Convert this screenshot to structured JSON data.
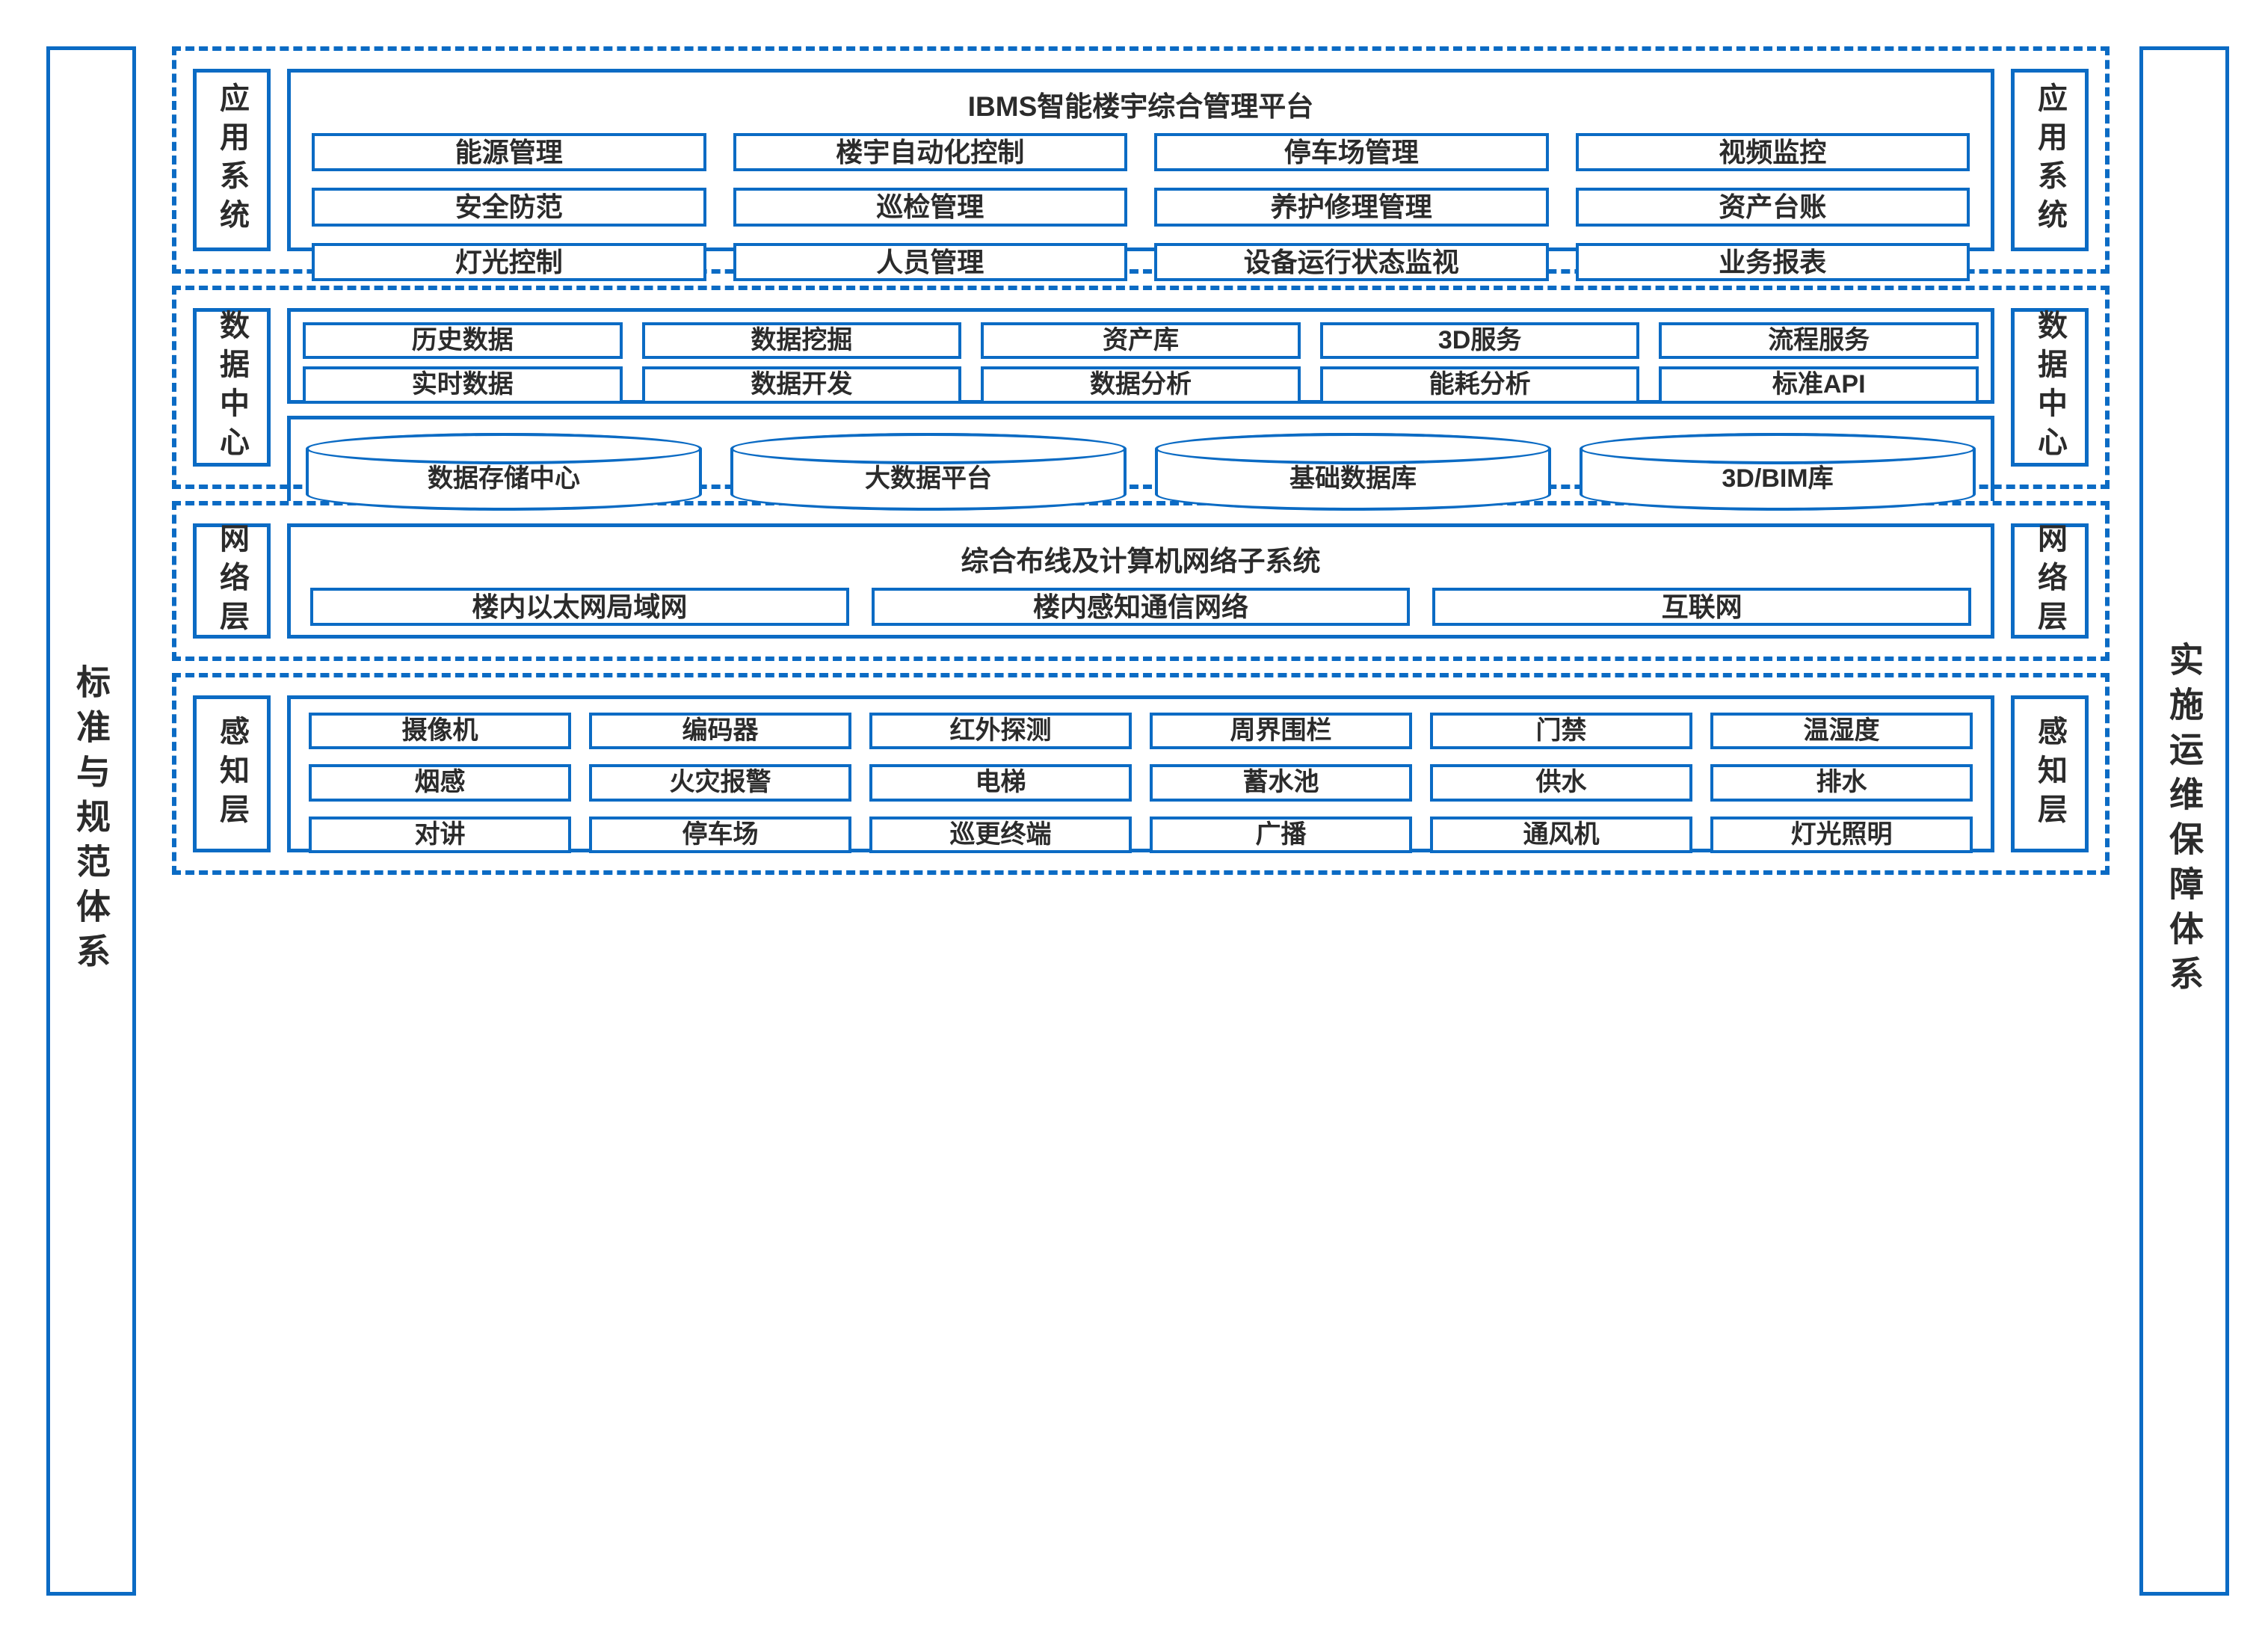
{
  "pillars": {
    "left": {
      "label": "标准与规范体系"
    },
    "right": {
      "label": "实施运维保障体系"
    }
  },
  "colors": {
    "accent": "#0b6bc4",
    "text": "#2b2b2b",
    "background": "#ffffff"
  },
  "layers": [
    {
      "id": "application",
      "label": "应用系统",
      "title": "IBMS智能楼宇综合管理平台",
      "items": [
        "能源管理",
        "楼宇自动化控制",
        "停车场管理",
        "视频监控",
        "安全防范",
        "巡检管理",
        "养护修理管理",
        "资产台账",
        "灯光控制",
        "人员管理",
        "设备运行状态监视",
        "业务报表"
      ]
    },
    {
      "id": "data-center",
      "label": "数据中心",
      "services": [
        "历史数据",
        "数据挖掘",
        "资产库",
        "3D服务",
        "流程服务",
        "实时数据",
        "数据开发",
        "数据分析",
        "能耗分析",
        "标准API"
      ],
      "stores": [
        "数据存储中心",
        "大数据平台",
        "基础数据库",
        "3D/BIM库"
      ]
    },
    {
      "id": "network",
      "label": "网络层",
      "title": "综合布线及计算机网络子系统",
      "items": [
        "楼内以太网局域网",
        "楼内感知通信网络",
        "互联网"
      ]
    },
    {
      "id": "perception",
      "label": "感知层",
      "items": [
        "摄像机",
        "编码器",
        "红外探测",
        "周界围栏",
        "门禁",
        "温湿度",
        "烟感",
        "火灾报警",
        "电梯",
        "蓄水池",
        "供水",
        "排水",
        "对讲",
        "停车场",
        "巡更终端",
        "广播",
        "通风机",
        "灯光照明"
      ]
    }
  ]
}
